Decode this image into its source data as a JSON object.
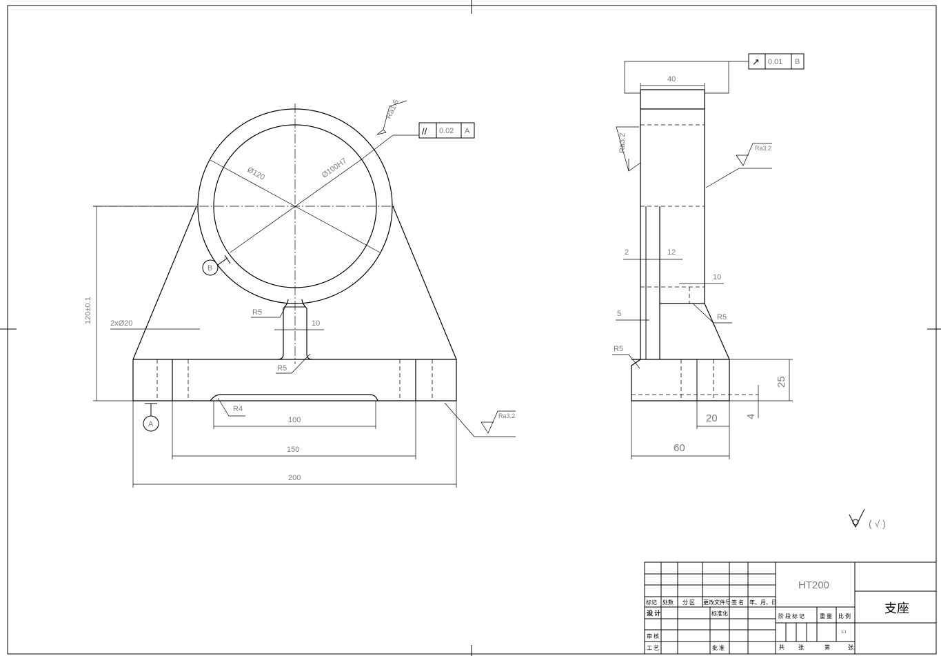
{
  "front_view": {
    "dia_bore": "Ø100H7",
    "dia_outer": "Ø120",
    "roughness_bore": "Ra1.6",
    "parallel_tol": {
      "symbol": "//",
      "value": "0.02",
      "datum": "A"
    },
    "datum_b": "B",
    "datum_a": "A",
    "height_dim": "120±0.1",
    "holes": "2xØ20",
    "r5_top": "R5",
    "r5_bottom": "R5",
    "rib_width": "10",
    "r4": "R4",
    "slot_len": "100",
    "hole_span": "150",
    "overall_width": "200",
    "roughness_base": "Ra3.2"
  },
  "side_view": {
    "runout_tol": {
      "symbol": "↗",
      "value": "0.01",
      "datum": "B"
    },
    "top_width": "40",
    "roughness_left": "Ra3.2",
    "roughness_right": "Ra3.2",
    "dim_2": "2",
    "dim_12": "12",
    "dim_10": "10",
    "dim_5": "5",
    "r5_right": "R5",
    "r5_left": "R5",
    "base_height": "25",
    "dim_4": "4",
    "dim_20": "20",
    "base_width": "60"
  },
  "general_roughness": {
    "symbol": "√",
    "paren": "( √ )"
  },
  "title_block": {
    "material": "HT200",
    "part_name": "支座",
    "row_labels": [
      "标记",
      "处数",
      "分 区",
      "更改文件号",
      "签 名",
      "年、月、日"
    ],
    "design": "设 计",
    "standardize": "标准化",
    "stage_labels": [
      "阶 段 标 记",
      "重 量",
      "比 例"
    ],
    "scale": "1:1",
    "review": "审 核",
    "process": "工 艺",
    "approve": "批 准",
    "sheet_labels": [
      "共",
      "张",
      "第",
      "张"
    ]
  }
}
